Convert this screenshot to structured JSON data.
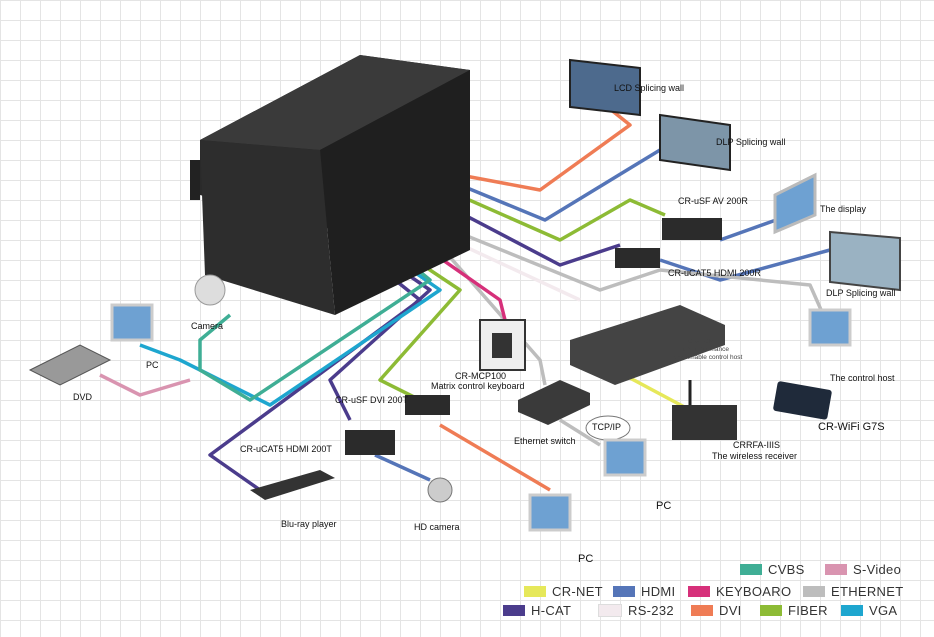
{
  "devices": {
    "lcd_wall": "LCD Splicing wall",
    "dlp_wall_1": "DLP Splicing wall",
    "av_receiver": "CR-uSF  AV  200R",
    "display": "The display",
    "hdmi_receiver": "CR-uCAT5 HDMI 200R",
    "dlp_wall_2": "DLP Splicing wall",
    "control_host_title": "CR-PGMIII",
    "control_host_desc1": "high performance",
    "control_host_desc2": "programmable control host",
    "control_host_pc": "The control host",
    "wifi_tablet": "CR-WiFi G7S",
    "wireless_receiver_model": "CRRFA-IIIS",
    "wireless_receiver": "The wireless receiver",
    "camera": "Camera",
    "pc_left": "PC",
    "dvd": "DVD",
    "keyboard_model": "CR-MCP100",
    "keyboard": "Matrix control keyboard",
    "dvi_sender": "CR-uSF  DVI  200T",
    "hdmi_sender": "CR-uCAT5 HDMI 200T",
    "ethernet_switch": "Ethernet switch",
    "tcpip": "TCP/IP",
    "pc_mid": "PC",
    "pc_bottom": "PC",
    "bluray": "Blu-ray player",
    "hd_camera": "HD camera"
  },
  "legend": [
    {
      "label": "CVBS",
      "color": "#3fae95"
    },
    {
      "label": "S-Video",
      "color": "#d994b0"
    },
    {
      "label": "CR-NET",
      "color": "#e6e85a"
    },
    {
      "label": "HDMI",
      "color": "#5575b8"
    },
    {
      "label": "KEYBOARO",
      "color": "#d6307a"
    },
    {
      "label": "ETHERNET",
      "color": "#bdbdbd"
    },
    {
      "label": "H-CAT",
      "color": "#4b3c8c"
    },
    {
      "label": "RS-232",
      "color": "#f3eaee"
    },
    {
      "label": "DVI",
      "color": "#ef7c55"
    },
    {
      "label": "FIBER",
      "color": "#8dbb35"
    },
    {
      "label": "VGA",
      "color": "#1ea6cf"
    }
  ]
}
